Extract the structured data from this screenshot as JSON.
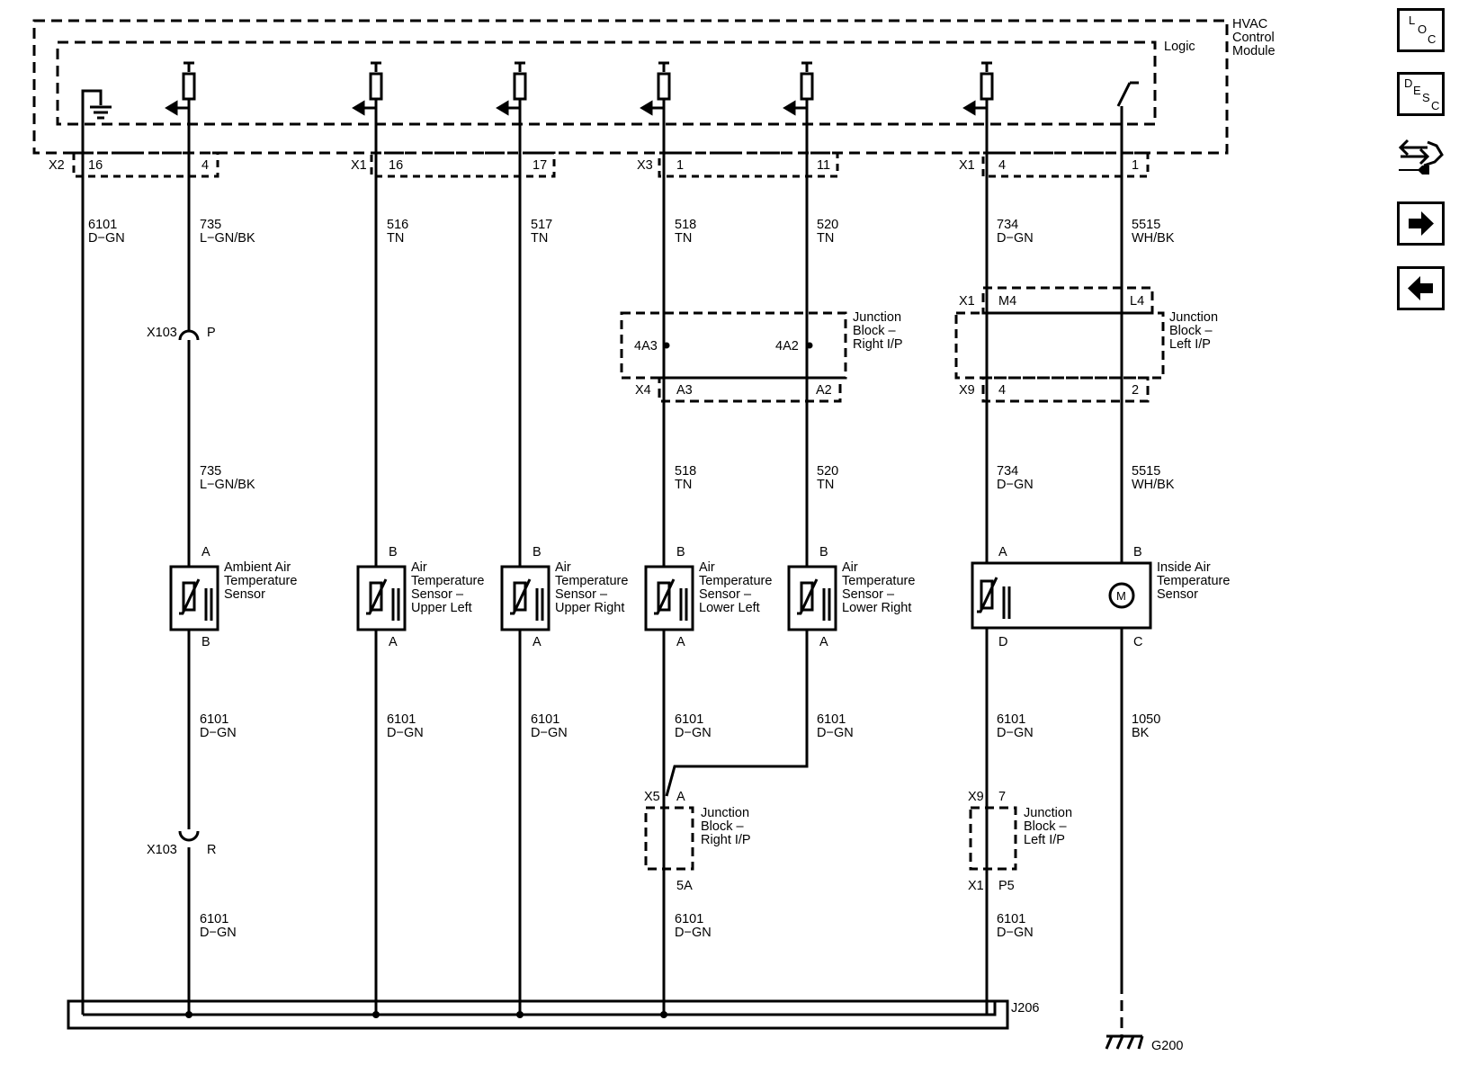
{
  "module": {
    "title": [
      "HVAC",
      "Control",
      "Module"
    ],
    "logic": "Logic"
  },
  "connectors_top": [
    {
      "id": "X2",
      "pins": [
        "16",
        "4"
      ]
    },
    {
      "id": "X1",
      "pins": [
        "16",
        "17"
      ]
    },
    {
      "id": "X3",
      "pins": [
        "1",
        "11"
      ]
    },
    {
      "id": "X1",
      "pins": [
        "4",
        "1"
      ]
    }
  ],
  "wire_labels_top": [
    [
      "6101",
      "D−GN"
    ],
    [
      "735",
      "L−GN/BK"
    ],
    [
      "516",
      "TN"
    ],
    [
      "517",
      "TN"
    ],
    [
      "518",
      "TN"
    ],
    [
      "520",
      "TN"
    ],
    [
      "734",
      "D−GN"
    ],
    [
      "5515",
      "WH/BK"
    ]
  ],
  "inline_x103": {
    "id": "X103",
    "pin_top": "P",
    "pin_bottom": "R"
  },
  "jb_right_top": {
    "name": [
      "Junction",
      "Block –",
      "Right I/P"
    ],
    "pins": [
      "4A3",
      "4A2"
    ],
    "connector": "X4",
    "conn_pins": [
      "A3",
      "A2"
    ]
  },
  "jb_left_top": {
    "name": [
      "Junction",
      "Block –",
      "Left I/P"
    ],
    "connector_top": "X1",
    "top_pins": [
      "M4",
      "L4"
    ],
    "connector_bottom": "X9",
    "bottom_pins": [
      "4",
      "2"
    ]
  },
  "wire_labels_mid": [
    [
      "735",
      "L−GN/BK"
    ],
    [
      "518",
      "TN"
    ],
    [
      "520",
      "TN"
    ],
    [
      "734",
      "D−GN"
    ],
    [
      "5515",
      "WH/BK"
    ]
  ],
  "sensors": [
    {
      "name": [
        "Ambient Air",
        "Temperature",
        "Sensor"
      ],
      "pin_top": "A",
      "pin_bottom": "B"
    },
    {
      "name": [
        "Air",
        "Temperature",
        "Sensor –",
        "Upper Left"
      ],
      "pin_top": "B",
      "pin_bottom": "A"
    },
    {
      "name": [
        "Air",
        "Temperature",
        "Sensor –",
        "Upper Right"
      ],
      "pin_top": "B",
      "pin_bottom": "A"
    },
    {
      "name": [
        "Air",
        "Temperature",
        "Sensor –",
        "Lower Left"
      ],
      "pin_top": "B",
      "pin_bottom": "A"
    },
    {
      "name": [
        "Air",
        "Temperature",
        "Sensor –",
        "Lower Right"
      ],
      "pin_top": "B",
      "pin_bottom": "A"
    }
  ],
  "inside_sensor": {
    "name": [
      "Inside Air",
      "Temperature",
      "Sensor"
    ],
    "pins_top": [
      "A",
      "B"
    ],
    "pins_bottom": [
      "D",
      "C"
    ],
    "motor": "M"
  },
  "wire_labels_low": [
    [
      "6101",
      "D−GN"
    ],
    [
      "6101",
      "D−GN"
    ],
    [
      "6101",
      "D−GN"
    ],
    [
      "6101",
      "D−GN"
    ],
    [
      "6101",
      "D−GN"
    ],
    [
      "6101",
      "D−GN"
    ],
    [
      "1050",
      "BK"
    ]
  ],
  "jb_right_bottom": {
    "name": [
      "Junction",
      "Block –",
      "Right I/P"
    ],
    "connector": "X5",
    "pin_top": "A",
    "pin_bottom": "5A"
  },
  "jb_left_bottom": {
    "name": [
      "Junction",
      "Block –",
      "Left I/P"
    ],
    "connector_top": "X9",
    "pin_top": "7",
    "connector_bottom": "X1",
    "pin_bottom": "P5"
  },
  "wire_labels_bottom": [
    [
      "6101",
      "D−GN"
    ],
    [
      "6101",
      "D−GN"
    ],
    [
      "6101",
      "D−GN"
    ]
  ],
  "splice": "J206",
  "ground": "G200",
  "nav": {
    "loc": [
      "L",
      "O",
      "C"
    ],
    "desc": [
      "D",
      "E",
      "S",
      "C"
    ]
  }
}
